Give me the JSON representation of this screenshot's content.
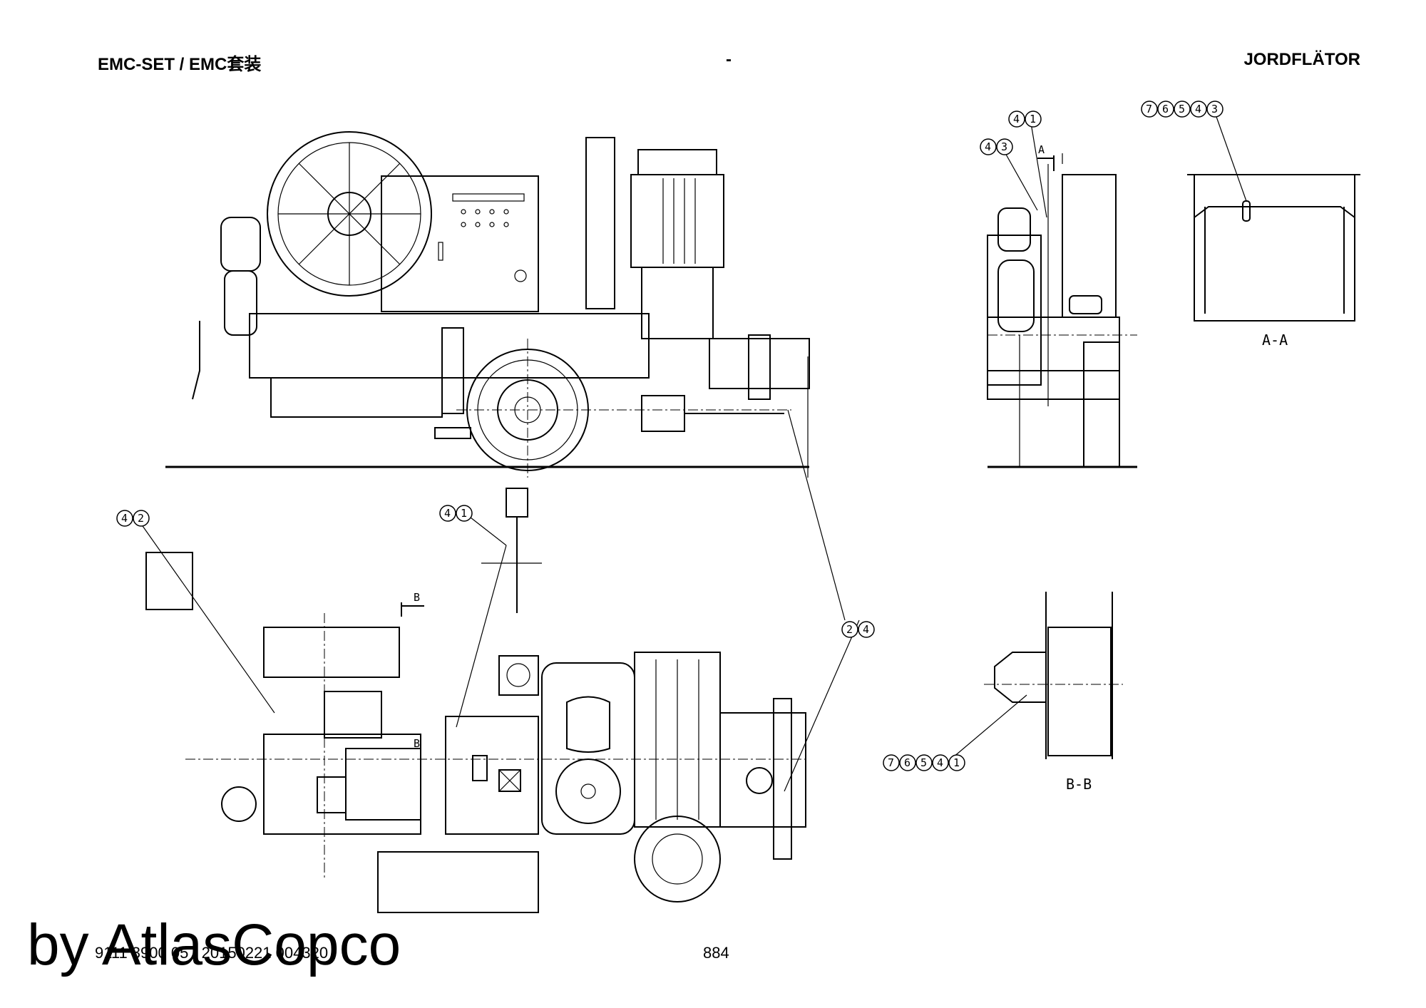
{
  "header": {
    "left": "EMC-SET / EMC套装",
    "center": "-",
    "right": "JORDFLÄTOR"
  },
  "footer": {
    "doc_number": "9111 3900 05 / 20150221 004320",
    "page_number": "884"
  },
  "watermark": "by AtlasCopco",
  "callouts": {
    "c41_top": [
      "4",
      "1"
    ],
    "c43_top": [
      "4",
      "3"
    ],
    "c76543": [
      "7",
      "6",
      "5",
      "4",
      "3"
    ],
    "c42": [
      "4",
      "2"
    ],
    "c41_mid": [
      "4",
      "1"
    ],
    "c24": [
      "2",
      "4"
    ],
    "c76541": [
      "7",
      "6",
      "5",
      "4",
      "1"
    ]
  },
  "section_labels": {
    "a_marker": "A",
    "a_view": "A-A",
    "b_marker_top": "B",
    "b_marker_mid": "B",
    "b_view": "B-B"
  }
}
